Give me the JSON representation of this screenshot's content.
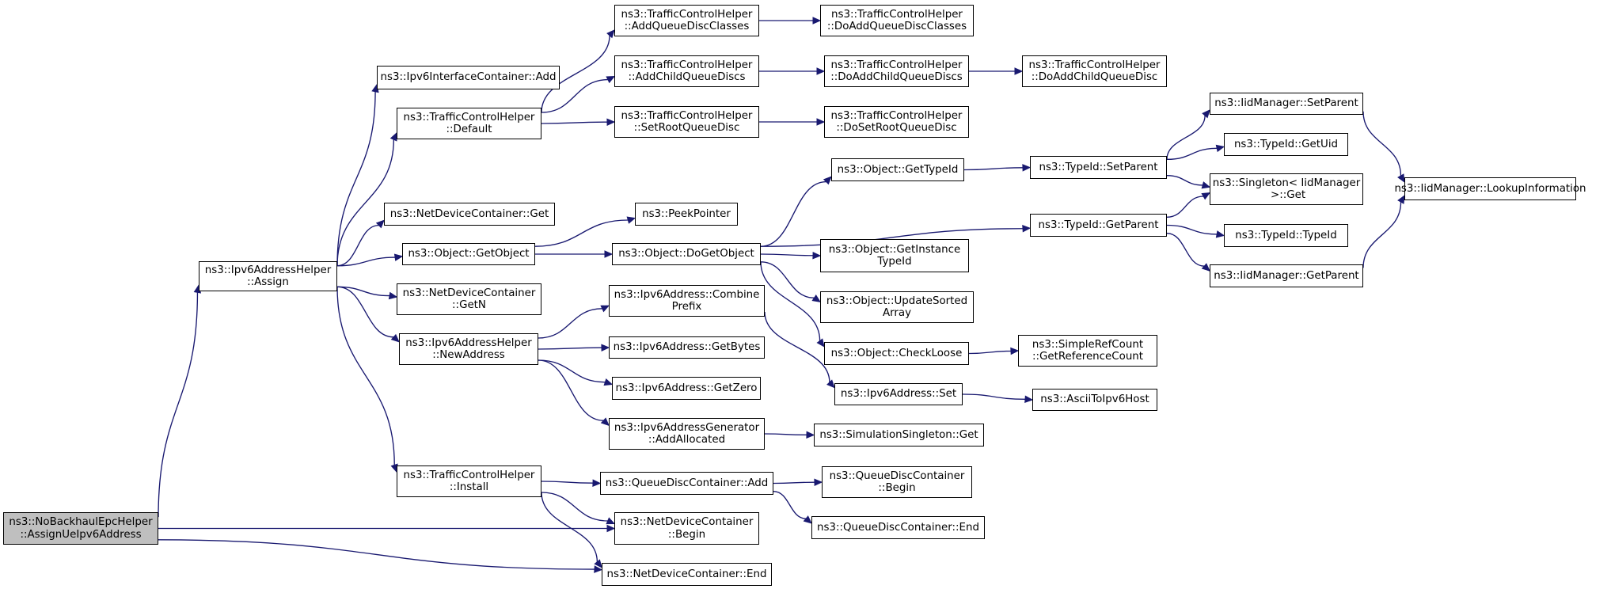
{
  "colors": {
    "edge": "#191970",
    "node_border": "#000000",
    "node_fill": "#ffffff",
    "root_fill": "#bfbfbf"
  },
  "nodes": [
    {
      "id": "root",
      "label": "ns3::NoBackhaulEpcHelper\n::AssignUeIpv6Address",
      "root": true
    },
    {
      "id": "assign",
      "label": "ns3::Ipv6AddressHelper\n::Assign"
    },
    {
      "id": "iic_add",
      "label": "ns3::Ipv6InterfaceContainer::Add"
    },
    {
      "id": "tch_default",
      "label": "ns3::TrafficControlHelper\n::Default"
    },
    {
      "id": "ndc_get",
      "label": "ns3::NetDeviceContainer::Get"
    },
    {
      "id": "obj_getobject",
      "label": "ns3::Object::GetObject"
    },
    {
      "id": "ndc_getn",
      "label": "ns3::NetDeviceContainer\n::GetN"
    },
    {
      "id": "newaddress",
      "label": "ns3::Ipv6AddressHelper\n::NewAddress"
    },
    {
      "id": "tch_install",
      "label": "ns3::TrafficControlHelper\n::Install"
    },
    {
      "id": "ndc_begin",
      "label": "ns3::NetDeviceContainer\n::Begin"
    },
    {
      "id": "ndc_end",
      "label": "ns3::NetDeviceContainer::End"
    },
    {
      "id": "tch_addqdc",
      "label": "ns3::TrafficControlHelper\n::AddQueueDiscClasses"
    },
    {
      "id": "tch_addchild",
      "label": "ns3::TrafficControlHelper\n::AddChildQueueDiscs"
    },
    {
      "id": "tch_setroot",
      "label": "ns3::TrafficControlHelper\n::SetRootQueueDisc"
    },
    {
      "id": "peekpointer",
      "label": "ns3::PeekPointer"
    },
    {
      "id": "dogetobject",
      "label": "ns3::Object::DoGetObject"
    },
    {
      "id": "combine",
      "label": "ns3::Ipv6Address::Combine\nPrefix"
    },
    {
      "id": "getbytes",
      "label": "ns3::Ipv6Address::GetBytes"
    },
    {
      "id": "getzero",
      "label": "ns3::Ipv6Address::GetZero"
    },
    {
      "id": "addallocated",
      "label": "ns3::Ipv6AddressGenerator\n::AddAllocated"
    },
    {
      "id": "qdc_add",
      "label": "ns3::QueueDiscContainer::Add"
    },
    {
      "id": "tch_doaddqdc",
      "label": "ns3::TrafficControlHelper\n::DoAddQueueDiscClasses"
    },
    {
      "id": "tch_doaddchildren",
      "label": "ns3::TrafficControlHelper\n::DoAddChildQueueDiscs"
    },
    {
      "id": "tch_dosetroot",
      "label": "ns3::TrafficControlHelper\n::DoSetRootQueueDisc"
    },
    {
      "id": "obj_gettypeid",
      "label": "ns3::Object::GetTypeId"
    },
    {
      "id": "obj_getinstance",
      "label": "ns3::Object::GetInstance\nTypeId"
    },
    {
      "id": "obj_updatesorted",
      "label": "ns3::Object::UpdateSorted\nArray"
    },
    {
      "id": "obj_checkloose",
      "label": "ns3::Object::CheckLoose"
    },
    {
      "id": "ipv6_set",
      "label": "ns3::Ipv6Address::Set"
    },
    {
      "id": "simsingleton_get",
      "label": "ns3::SimulationSingleton::Get"
    },
    {
      "id": "qdc_begin",
      "label": "ns3::QueueDiscContainer\n::Begin"
    },
    {
      "id": "qdc_end",
      "label": "ns3::QueueDiscContainer::End"
    },
    {
      "id": "tch_doaddchild",
      "label": "ns3::TrafficControlHelper\n::DoAddChildQueueDisc"
    },
    {
      "id": "typeid_setparent",
      "label": "ns3::TypeId::SetParent"
    },
    {
      "id": "typeid_getparent",
      "label": "ns3::TypeId::GetParent"
    },
    {
      "id": "simplerefcount",
      "label": "ns3::SimpleRefCount\n::GetReferenceCount"
    },
    {
      "id": "asciitoipv6",
      "label": "ns3::AsciiToIpv6Host"
    },
    {
      "id": "iid_setparent",
      "label": "ns3::IidManager::SetParent"
    },
    {
      "id": "typeid_getuid",
      "label": "ns3::TypeId::GetUid"
    },
    {
      "id": "singleton_get",
      "label": "ns3::Singleton< IidManager\n >::Get"
    },
    {
      "id": "typeid_typeid",
      "label": "ns3::TypeId::TypeId"
    },
    {
      "id": "iid_getparent",
      "label": "ns3::IidManager::GetParent"
    },
    {
      "id": "iid_lookup",
      "label": "ns3::IidManager::LookupInformation"
    }
  ],
  "edges": [
    [
      "root",
      "assign"
    ],
    [
      "root",
      "ndc_begin"
    ],
    [
      "root",
      "ndc_end"
    ],
    [
      "assign",
      "iic_add"
    ],
    [
      "assign",
      "tch_default"
    ],
    [
      "assign",
      "ndc_get"
    ],
    [
      "assign",
      "obj_getobject"
    ],
    [
      "assign",
      "ndc_getn"
    ],
    [
      "assign",
      "newaddress"
    ],
    [
      "assign",
      "tch_install"
    ],
    [
      "tch_default",
      "tch_addqdc"
    ],
    [
      "tch_default",
      "tch_addchild"
    ],
    [
      "tch_default",
      "tch_setroot"
    ],
    [
      "tch_addqdc",
      "tch_doaddqdc"
    ],
    [
      "tch_addchild",
      "tch_doaddchildren"
    ],
    [
      "tch_setroot",
      "tch_dosetroot"
    ],
    [
      "tch_doaddchildren",
      "tch_doaddchild"
    ],
    [
      "obj_getobject",
      "peekpointer"
    ],
    [
      "obj_getobject",
      "dogetobject"
    ],
    [
      "dogetobject",
      "obj_gettypeid"
    ],
    [
      "dogetobject",
      "typeid_getparent"
    ],
    [
      "dogetobject",
      "obj_getinstance"
    ],
    [
      "dogetobject",
      "obj_updatesorted"
    ],
    [
      "dogetobject",
      "obj_checkloose"
    ],
    [
      "obj_gettypeid",
      "typeid_setparent"
    ],
    [
      "typeid_setparent",
      "iid_setparent"
    ],
    [
      "typeid_setparent",
      "typeid_getuid"
    ],
    [
      "typeid_setparent",
      "singleton_get"
    ],
    [
      "typeid_getparent",
      "singleton_get"
    ],
    [
      "typeid_getparent",
      "typeid_typeid"
    ],
    [
      "typeid_getparent",
      "iid_getparent"
    ],
    [
      "iid_setparent",
      "iid_lookup"
    ],
    [
      "iid_getparent",
      "iid_lookup"
    ],
    [
      "obj_checkloose",
      "simplerefcount"
    ],
    [
      "newaddress",
      "combine"
    ],
    [
      "newaddress",
      "getbytes"
    ],
    [
      "newaddress",
      "getzero"
    ],
    [
      "newaddress",
      "addallocated"
    ],
    [
      "combine",
      "ipv6_set"
    ],
    [
      "ipv6_set",
      "asciitoipv6"
    ],
    [
      "addallocated",
      "simsingleton_get"
    ],
    [
      "tch_install",
      "qdc_add"
    ],
    [
      "tch_install",
      "ndc_begin"
    ],
    [
      "tch_install",
      "ndc_end"
    ],
    [
      "qdc_add",
      "qdc_begin"
    ],
    [
      "qdc_add",
      "qdc_end"
    ]
  ]
}
